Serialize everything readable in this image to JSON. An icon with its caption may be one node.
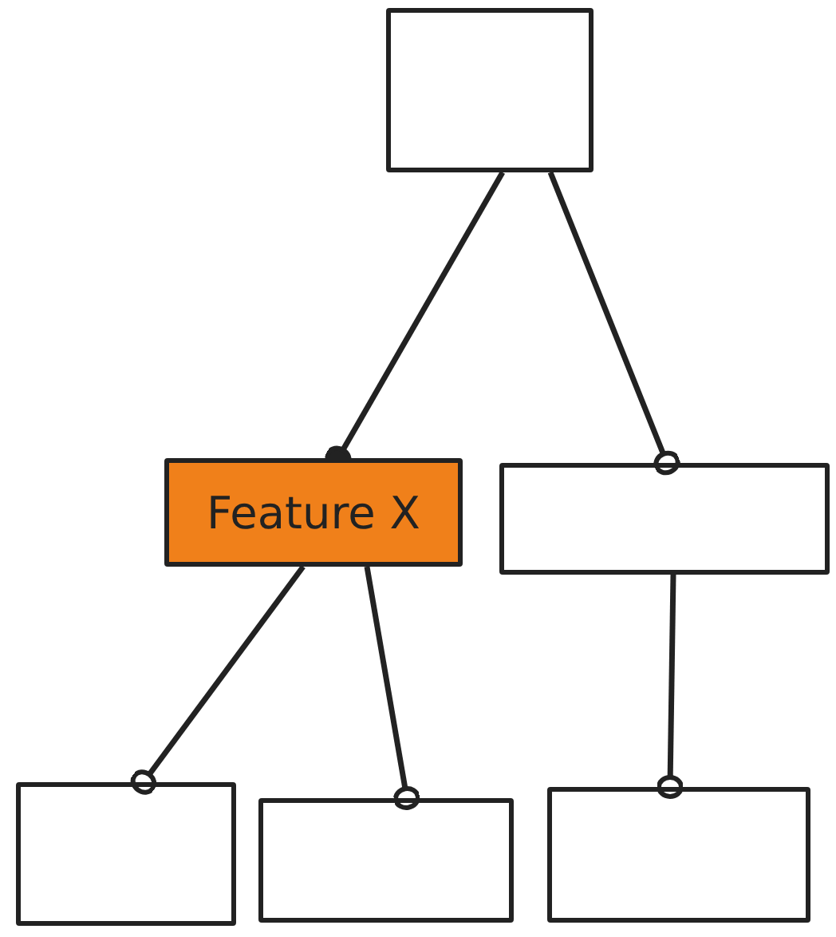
{
  "diagram": {
    "nodes": [
      {
        "text": [],
        "shape": "box"
      },
      {
        "text": [
          "Feature X"
        ]
      },
      {
        "text": [],
        "shape": "box"
      },
      {
        "text": [],
        "shape": "box"
      },
      {
        "text": [],
        "shape": "box"
      },
      {
        "text": [],
        "shape": "box"
      }
    ],
    "edges": [
      {
        "from": 0,
        "to": 1,
        "arrow": "other"
      },
      {
        "from": 0,
        "to": 2,
        "arrow": "other"
      },
      {
        "from": 1,
        "to": 3,
        "arrow": "other"
      },
      {
        "from": 1,
        "to": 4,
        "arrow": "other"
      },
      {
        "from": 2,
        "to": 5,
        "arrow": "other"
      }
    ]
  }
}
